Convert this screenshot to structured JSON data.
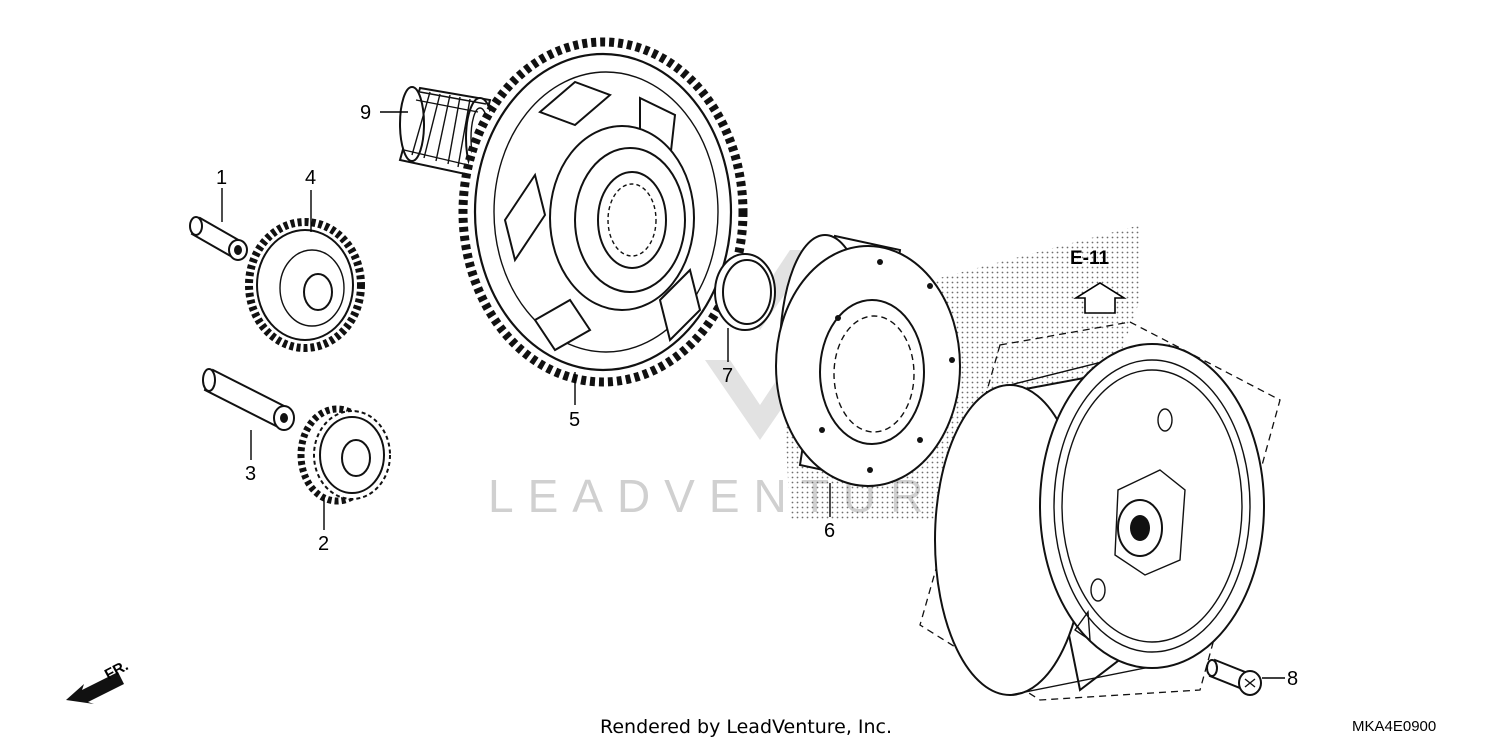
{
  "watermark": "LEADVENTURE",
  "reference_label": "E-11",
  "direction_label": "FR.",
  "callouts": [
    "1",
    "2",
    "3",
    "4",
    "5",
    "6",
    "7",
    "8",
    "9"
  ],
  "footer": {
    "credit": "Rendered by LeadVenture, Inc.",
    "diagram_code": "MKA4E0900"
  }
}
